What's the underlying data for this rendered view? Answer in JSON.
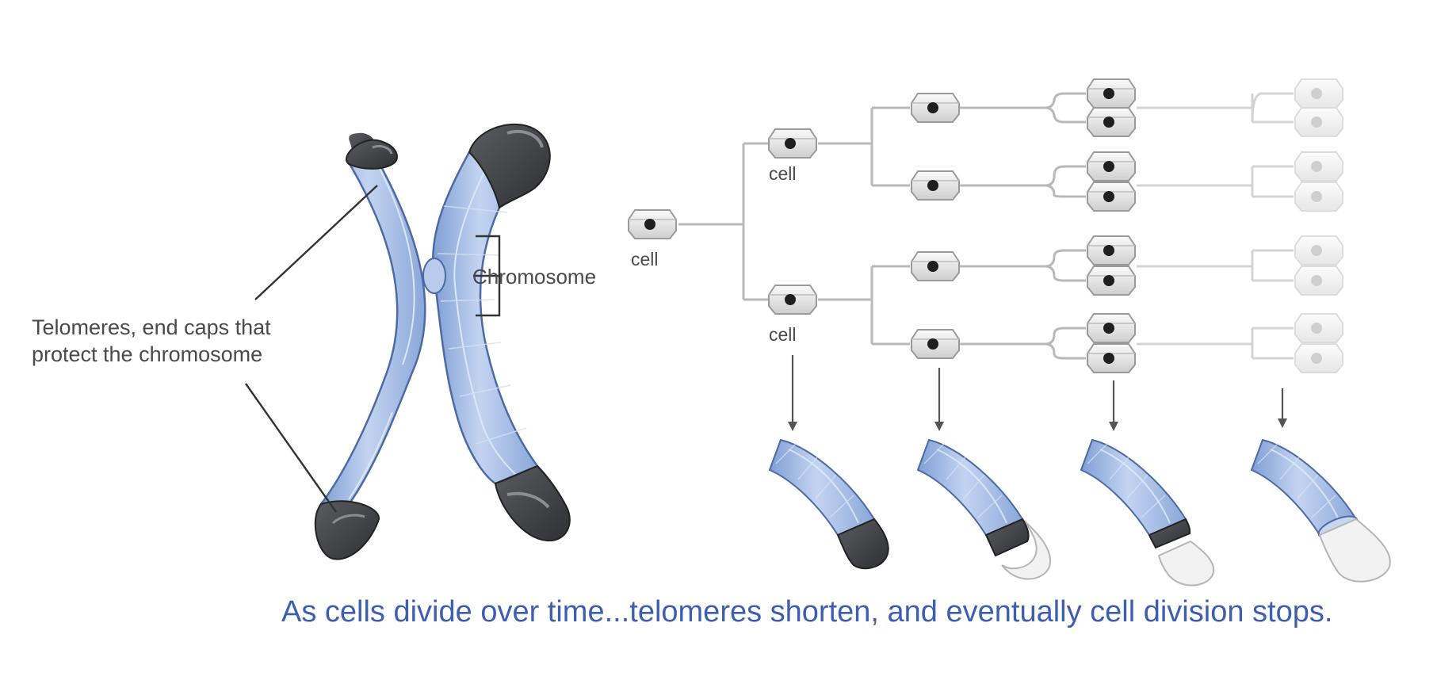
{
  "labels": {
    "telomeres": [
      "Telomeres, end caps that",
      "protect the chromosome"
    ],
    "chromosome": "Chromosome",
    "cell_root": "cell",
    "cell_top": "cell",
    "cell_bottom": "cell"
  },
  "caption": "As cells divide over time...telomeres shorten, and eventually cell division stops.",
  "colors": {
    "chromatid_blue": "#a9c0e6",
    "telomere_dark": "#3d3f42",
    "caption_blue": "#3e5fb0",
    "connector_gray": "#b9b9b9"
  },
  "icons": {
    "cell": "cell-icon",
    "chromosome": "chromosome-icon",
    "segment": "chromosome-segment-icon"
  }
}
